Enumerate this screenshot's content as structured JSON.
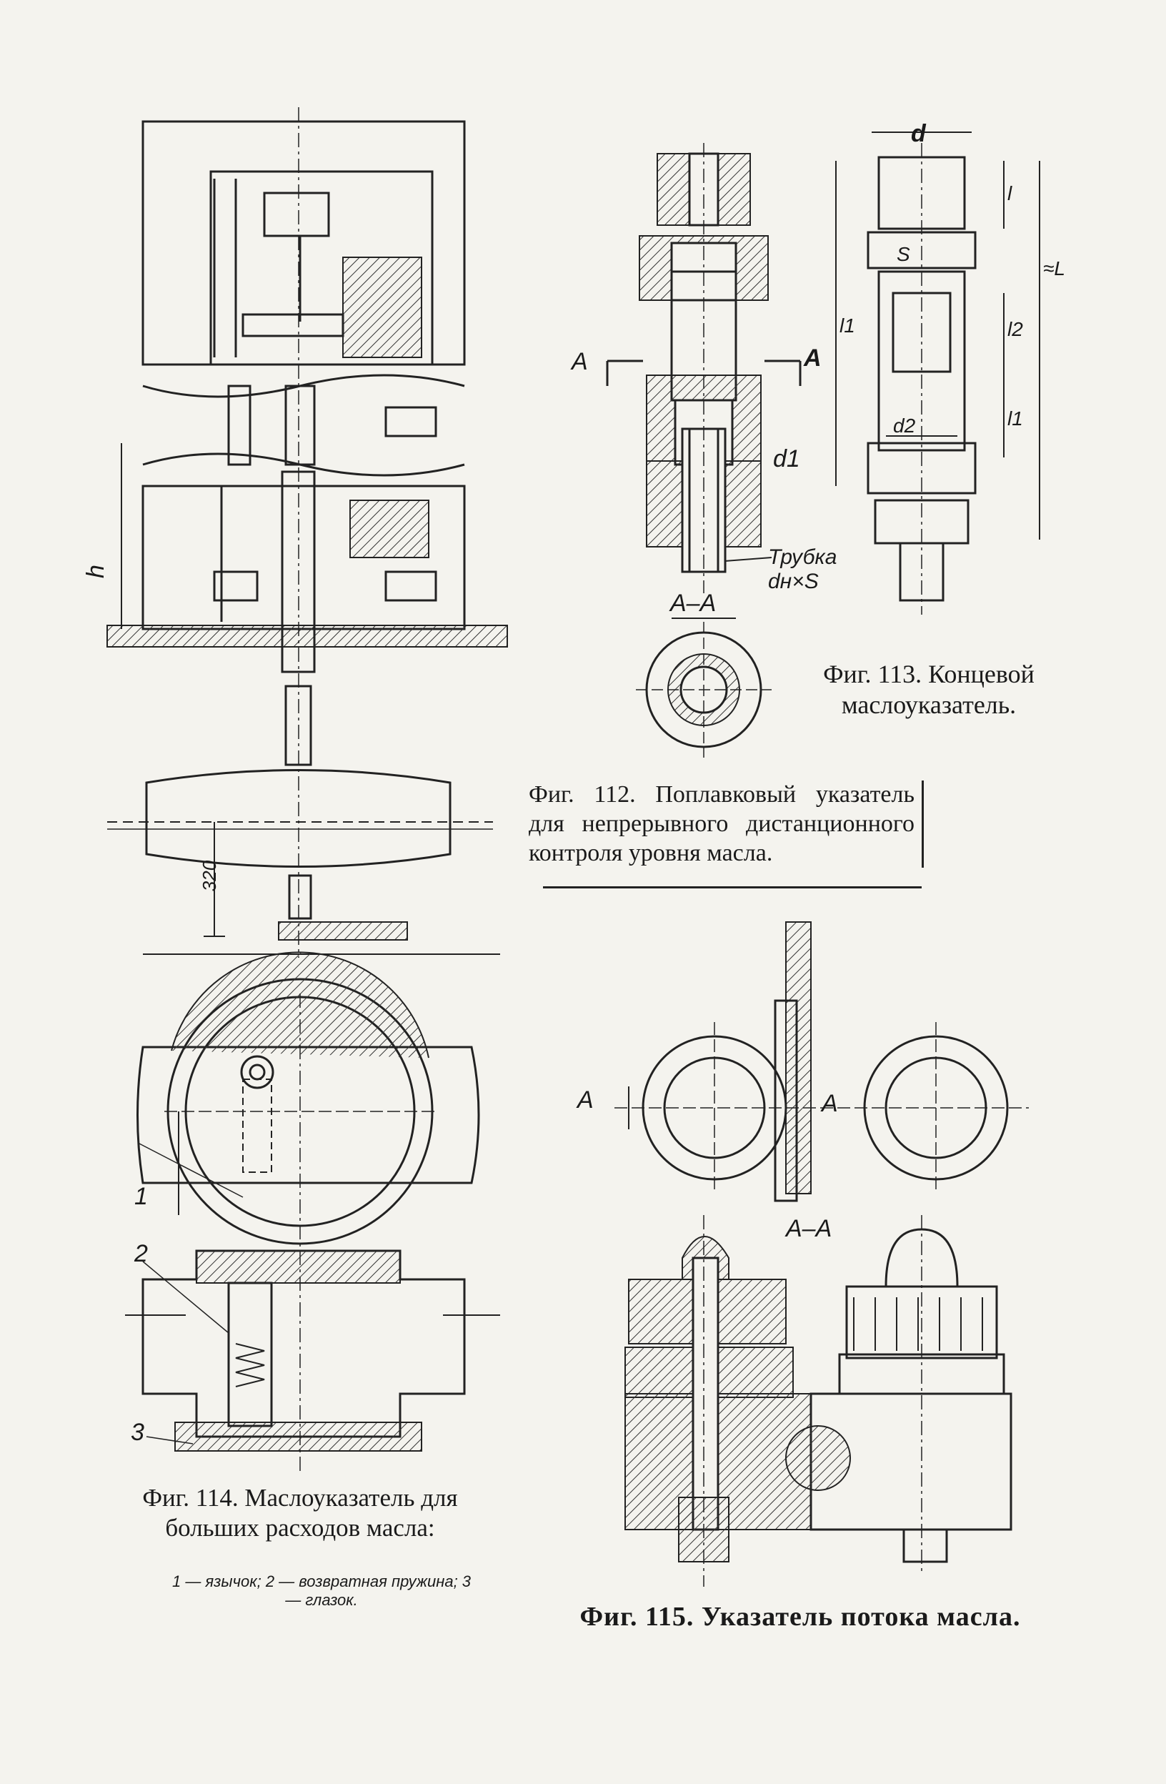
{
  "fig112": {
    "caption": "Фиг. 112. Поплавковый указатель для непрерывного дистанционного контроля уровня масла.",
    "dim": "320",
    "dim_h": "h"
  },
  "fig113": {
    "caption": "Фиг. 113. Концевой маслоуказатель.",
    "labels": {
      "d": "d",
      "S": "S",
      "l": "l",
      "l1": "l1",
      "l2": "l2",
      "L": "≈L",
      "d2": "d2",
      "d1": "d1",
      "sectionA": "A",
      "section": "A–A",
      "tube": "Трубка",
      "tube_dims": "dн×S"
    }
  },
  "fig114": {
    "caption": "Фиг. 114. Маслоуказатель для больших расходов масла:",
    "legend": "1 — язычок; 2 — возвратная пружина; 3 — глазок.",
    "callouts": [
      "1",
      "2",
      "3"
    ]
  },
  "fig115": {
    "caption": "Фиг. 115. Указатель потока масла.",
    "sectionA": "A",
    "section": "A–A"
  }
}
